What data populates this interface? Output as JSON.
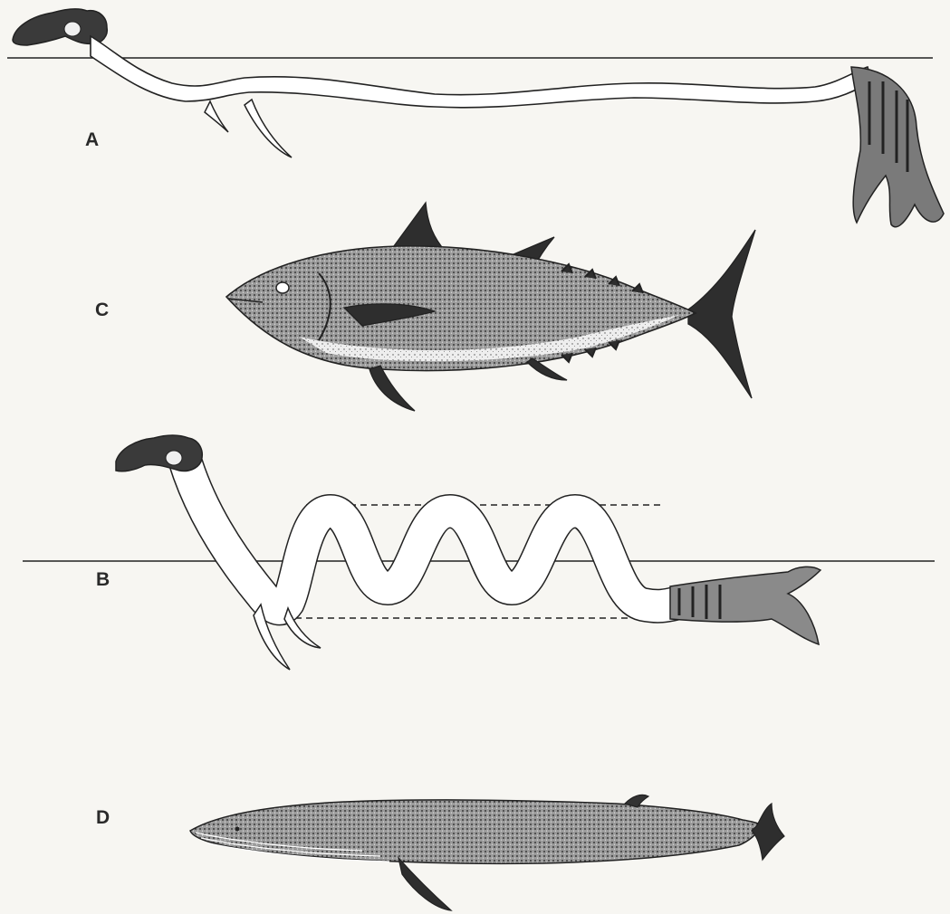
{
  "panels": [
    {
      "label": "A",
      "subject": "sea-serpent-horizontal"
    },
    {
      "label": "C",
      "subject": "tuna"
    },
    {
      "label": "B",
      "subject": "sea-serpent-undulating"
    },
    {
      "label": "D",
      "subject": "whale"
    }
  ],
  "colors": {
    "ink": "#222222",
    "paper": "#f7f6f2",
    "body_fill": "#ffffff",
    "tuna_dark": "#3e3e3e",
    "whale_dark": "#4a4a4a"
  }
}
